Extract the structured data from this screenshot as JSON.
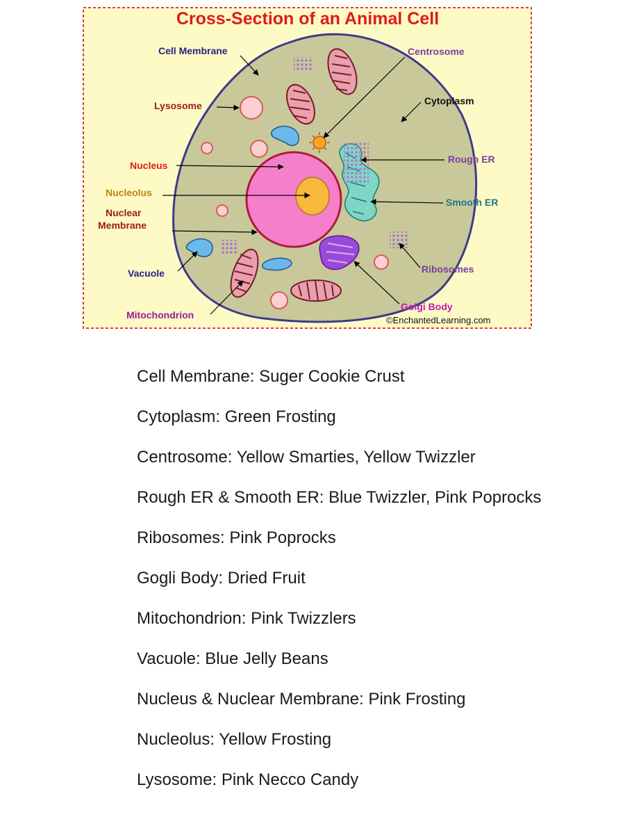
{
  "diagram": {
    "title": "Cross-Section of an Animal Cell",
    "credit": "©EnchantedLearning.com",
    "labels": {
      "cell_membrane": "Cell Membrane",
      "centrosome": "Centrosome",
      "cytoplasm": "Cytoplasm",
      "lysosome": "Lysosome",
      "rough_er": "Rough ER",
      "nucleus": "Nucleus",
      "nucleolus": "Nucleolus",
      "nuclear_membrane_1": "Nuclear",
      "nuclear_membrane_2": "Membrane",
      "smooth_er": "Smooth ER",
      "vacuole": "Vacuole",
      "ribosomes": "Ribosomes",
      "golgi_body": "Golgi Body",
      "mitochondrion": "Mitochondrion"
    },
    "colors": {
      "background": "#fdfac6",
      "frame": "#e23a3a",
      "cytoplasm": "#c8c89a",
      "membrane": "#3e3a8a",
      "nucleus": "#f57fcb",
      "nucleolus": "#f7b93c",
      "title": "#e01b1b"
    }
  },
  "legend": [
    "Cell Membrane: Suger Cookie Crust",
    "Cytoplasm: Green Frosting",
    "Centrosome: Yellow Smarties, Yellow Twizzler",
    "Rough ER & Smooth ER: Blue Twizzler, Pink Poprocks",
    "Ribosomes: Pink Poprocks",
    "Gogli Body: Dried Fruit",
    "Mitochondrion: Pink Twizzlers",
    "Vacuole: Blue Jelly Beans",
    "Nucleus & Nuclear Membrane: Pink Frosting",
    "Nucleolus: Yellow Frosting",
    "Lysosome: Pink Necco Candy"
  ]
}
